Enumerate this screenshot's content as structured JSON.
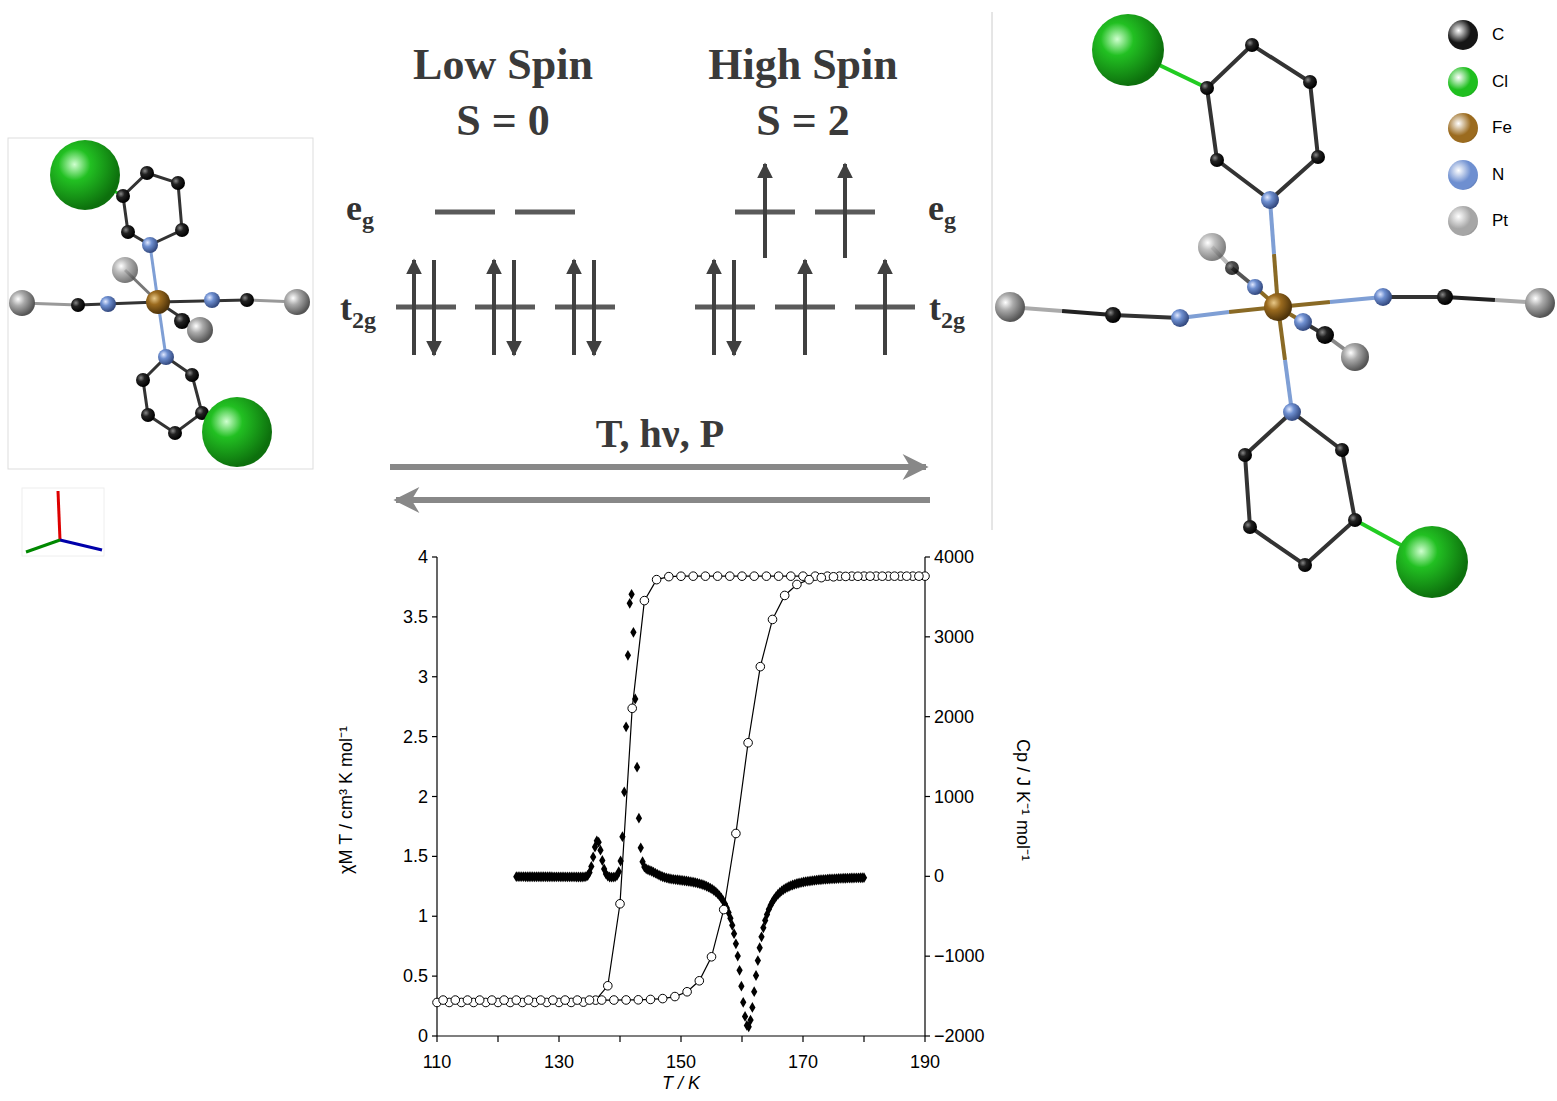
{
  "diagram": {
    "labels": [
      "Low Spin",
      "S = 0",
      "High Spin",
      "S = 2",
      "eg",
      "t2g",
      "eg",
      "t2g",
      "T, hν, P",
      "0",
      "0.5",
      "1",
      "1.5",
      "2",
      "2.5",
      "3",
      "3.5",
      "4",
      "4000",
      "3000",
      "2000",
      "1000",
      "0",
      "−1000",
      "−2000",
      "110",
      "130",
      "150",
      "170",
      "190",
      "χM T / cm³ K mol⁻¹",
      "Cp / J K⁻¹ mol⁻¹",
      "T / K"
    ],
    "legend": [
      {
        "text": "C",
        "color": "#151515"
      },
      {
        "text": "Cl",
        "color": "#1fbf1f"
      },
      {
        "text": "Fe",
        "color": "#9b6b1f"
      },
      {
        "text": "N",
        "color": "#6e8fd0"
      },
      {
        "text": "Pt",
        "color": "#a6a6a6"
      }
    ]
  }
}
